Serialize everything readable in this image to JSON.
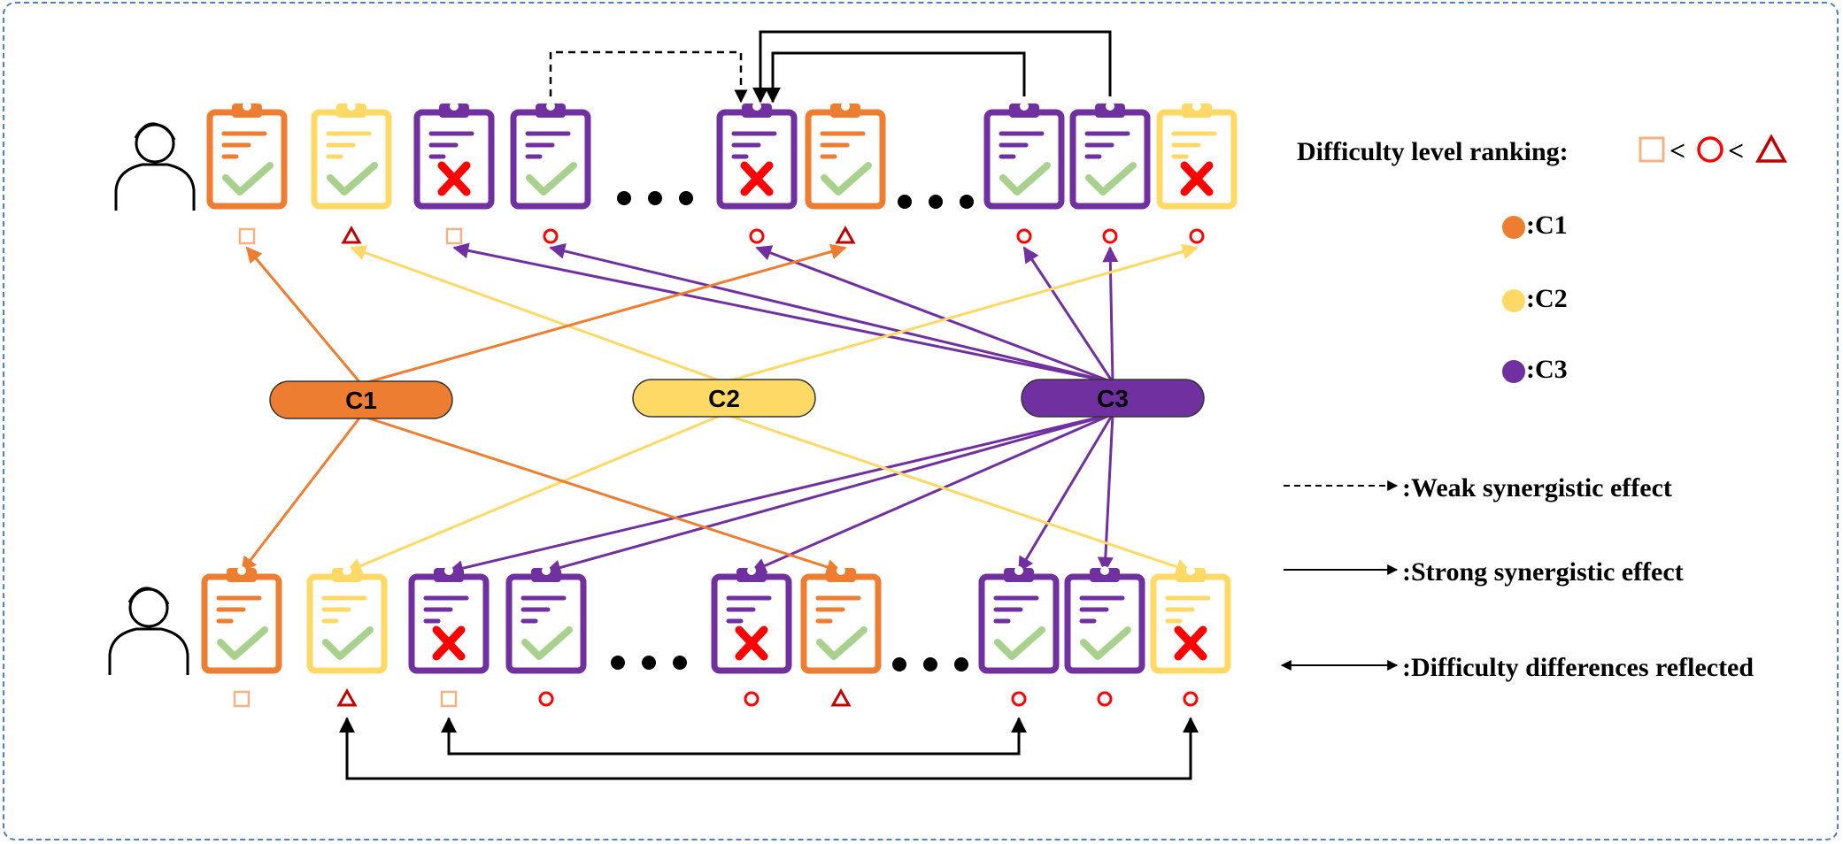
{
  "clusters": [
    {
      "label": "C1",
      "color": "#ed7d31"
    },
    {
      "label": "C2",
      "color": "#ffd966"
    },
    {
      "label": "C3",
      "color": "#7030a0"
    }
  ],
  "legend": {
    "ranking_label": "Difficulty level ranking:",
    "ranking_sep_1": "<",
    "ranking_sep_2": "<",
    "c1": ":C1",
    "c2": ":C2",
    "c3": ":C3",
    "weak": ":Weak synergistic effect",
    "strong": ":Strong synergistic effect",
    "reflected": ":Difficulty differences reflected"
  },
  "rows": [
    {
      "name": "top",
      "exercises": [
        {
          "cluster": "C1",
          "result": "correct",
          "difficulty": "square"
        },
        {
          "cluster": "C2",
          "result": "correct",
          "difficulty": "triangle"
        },
        {
          "cluster": "C3",
          "result": "wrong",
          "difficulty": "square"
        },
        {
          "cluster": "C3",
          "result": "correct",
          "difficulty": "circle"
        },
        {
          "cluster": "C3",
          "result": "wrong",
          "difficulty": "circle"
        },
        {
          "cluster": "C1",
          "result": "correct",
          "difficulty": "triangle"
        },
        {
          "cluster": "C3",
          "result": "correct",
          "difficulty": "circle"
        },
        {
          "cluster": "C3",
          "result": "correct",
          "difficulty": "circle"
        },
        {
          "cluster": "C2",
          "result": "wrong",
          "difficulty": "circle"
        }
      ]
    },
    {
      "name": "bottom",
      "exercises": [
        {
          "cluster": "C1",
          "result": "correct",
          "difficulty": "square"
        },
        {
          "cluster": "C2",
          "result": "correct",
          "difficulty": "triangle"
        },
        {
          "cluster": "C3",
          "result": "wrong",
          "difficulty": "square"
        },
        {
          "cluster": "C3",
          "result": "correct",
          "difficulty": "circle"
        },
        {
          "cluster": "C3",
          "result": "wrong",
          "difficulty": "circle"
        },
        {
          "cluster": "C1",
          "result": "correct",
          "difficulty": "triangle"
        },
        {
          "cluster": "C3",
          "result": "correct",
          "difficulty": "circle"
        },
        {
          "cluster": "C3",
          "result": "correct",
          "difficulty": "circle"
        },
        {
          "cluster": "C2",
          "result": "wrong",
          "difficulty": "circle"
        }
      ]
    }
  ],
  "synergy": {
    "weak": [
      {
        "row": "top",
        "from": 3,
        "to": 4
      }
    ],
    "strong": [
      {
        "row": "top",
        "from": 6,
        "to": 4
      },
      {
        "row": "top",
        "from": 7,
        "to": 4
      }
    ],
    "difficulty_reflected": [
      {
        "row": "bottom",
        "a": 1,
        "b": 8
      },
      {
        "row": "bottom",
        "a": 2,
        "b": 6
      }
    ]
  },
  "colors": {
    "orange": "#ed7d31",
    "yellow": "#ffd966",
    "purple": "#7030a0",
    "check": "#a9d18e",
    "cross": "#ff0000",
    "square": "#f4b183",
    "circle": "#ff0000",
    "triangle": "#c00000",
    "frame": "#4f7fc2"
  }
}
